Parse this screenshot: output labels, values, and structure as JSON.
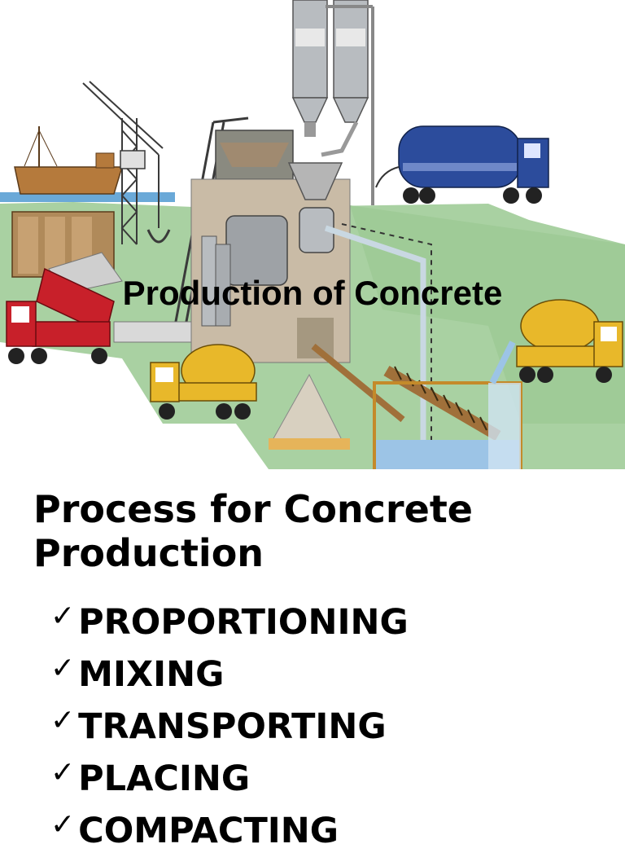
{
  "hero": {
    "title": "Production of Concrete"
  },
  "section": {
    "heading": "Process for Concrete Production",
    "check_glyph": "✓",
    "steps": [
      "PROPORTIONING",
      "MIXING",
      "TRANSPORTING",
      "PLACING",
      "COMPACTING"
    ]
  },
  "colors": {
    "ground": "#a8d0a0",
    "water": "#6aa9d8",
    "silo": "#b8bcc0",
    "truck_red": "#c8202a",
    "truck_yellow": "#e8b82a",
    "tanker_blue": "#2c4c9c",
    "plant_beige": "#c9bba6"
  }
}
